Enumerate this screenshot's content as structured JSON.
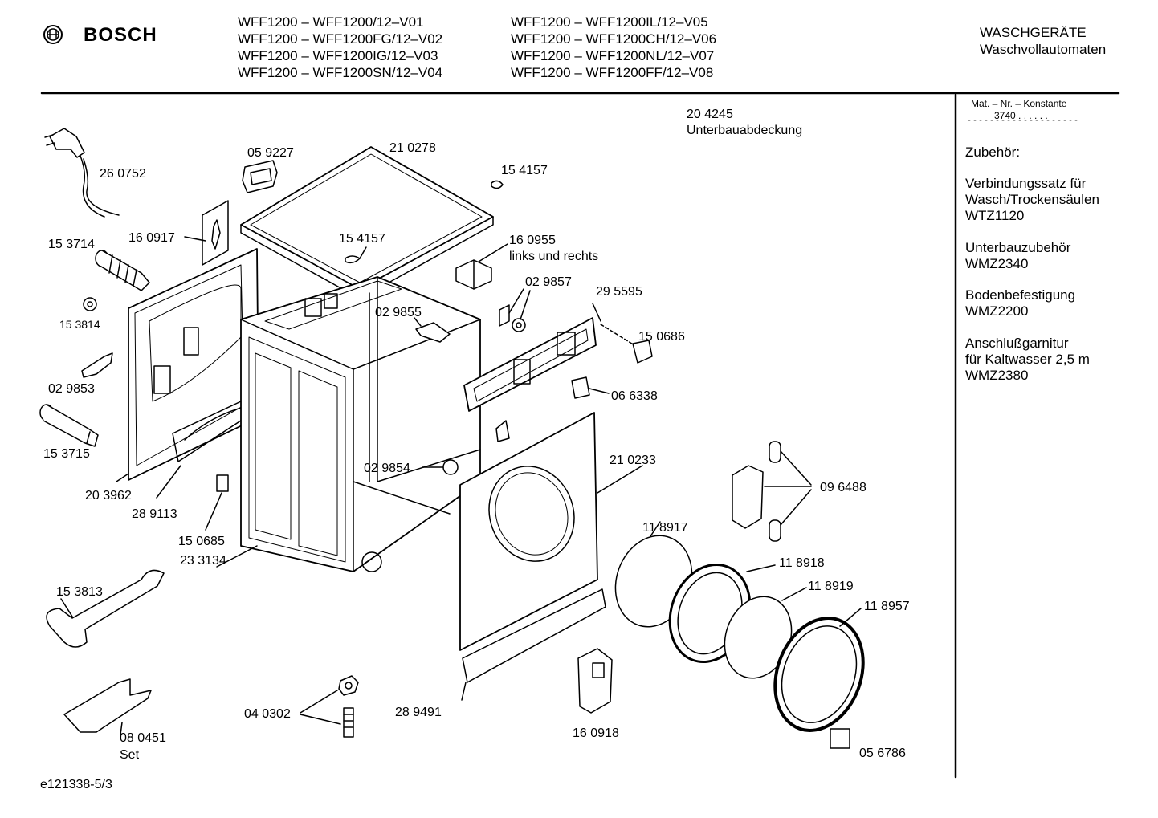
{
  "header": {
    "brand": "BOSCH",
    "models_left": [
      "WFF1200 – WFF1200/12–V01",
      "WFF1200 – WFF1200FG/12–V02",
      "WFF1200 – WFF1200IG/12–V03",
      "WFF1200 – WFF1200SN/12–V04"
    ],
    "models_right": [
      "WFF1200 – WFF1200IL/12–V05",
      "WFF1200 – WFF1200CH/12–V06",
      "WFF1200 – WFF1200NL/12–V07",
      "WFF1200 – WFF1200FF/12–V08"
    ],
    "category": "WASCHGERÄTE",
    "subcategory": "Waschvollautomaten"
  },
  "sidebar": {
    "mat_label": "Mat. – Nr. – Konstante",
    "mat_value": "3740 . . . . . .",
    "accessories_title": "Zubehör:",
    "accessories": [
      {
        "line1": "Verbindungssatz für",
        "line2": "Wasch/Trockensäulen",
        "line3": "WTZ1120"
      },
      {
        "line1": "Unterbauzubehör",
        "line2": "WMZ2340",
        "line3": ""
      },
      {
        "line1": "Bodenbefestigung",
        "line2": "WMZ2200",
        "line3": ""
      },
      {
        "line1": "Anschlußgarnitur",
        "line2": "für Kaltwasser 2,5 m",
        "line3": "WMZ2380"
      }
    ]
  },
  "parts": {
    "p204245": "20 4245",
    "p204245_name": "Unterbauabdeckung",
    "p260752": "26 0752",
    "p059227": "05 9227",
    "p210278": "21 0278",
    "p154157a": "15 4157",
    "p154157b": "15 4157",
    "p160917": "16 0917",
    "p153714": "15 3714",
    "p160955": "16 0955",
    "p160955_note": "links und rechts",
    "p029857": "02 9857",
    "p153814": "15 3814",
    "p295595": "29 5595",
    "p029855": "02 9855",
    "p150686": "15 0686",
    "p029853": "02 9853",
    "p066338": "06 6338",
    "p153715": "15 3715",
    "p210233": "21 0233",
    "p029854": "02 9854",
    "p203962": "20 3962",
    "p289113": "28 9113",
    "p096488": "09 6488",
    "p150685": "15 0685",
    "p118917": "11 8917",
    "p233134": "23 3134",
    "p118918": "11 8918",
    "p118919": "11 8919",
    "p153813": "15 3813",
    "p118957": "11 8957",
    "p040302": "04 0302",
    "p289491": "28 9491",
    "p160918": "16 0918",
    "p080451": "08 0451",
    "p080451_note": "Set",
    "p056786": "05 6786"
  },
  "footer": {
    "doc_id": "e121338-5/3"
  }
}
